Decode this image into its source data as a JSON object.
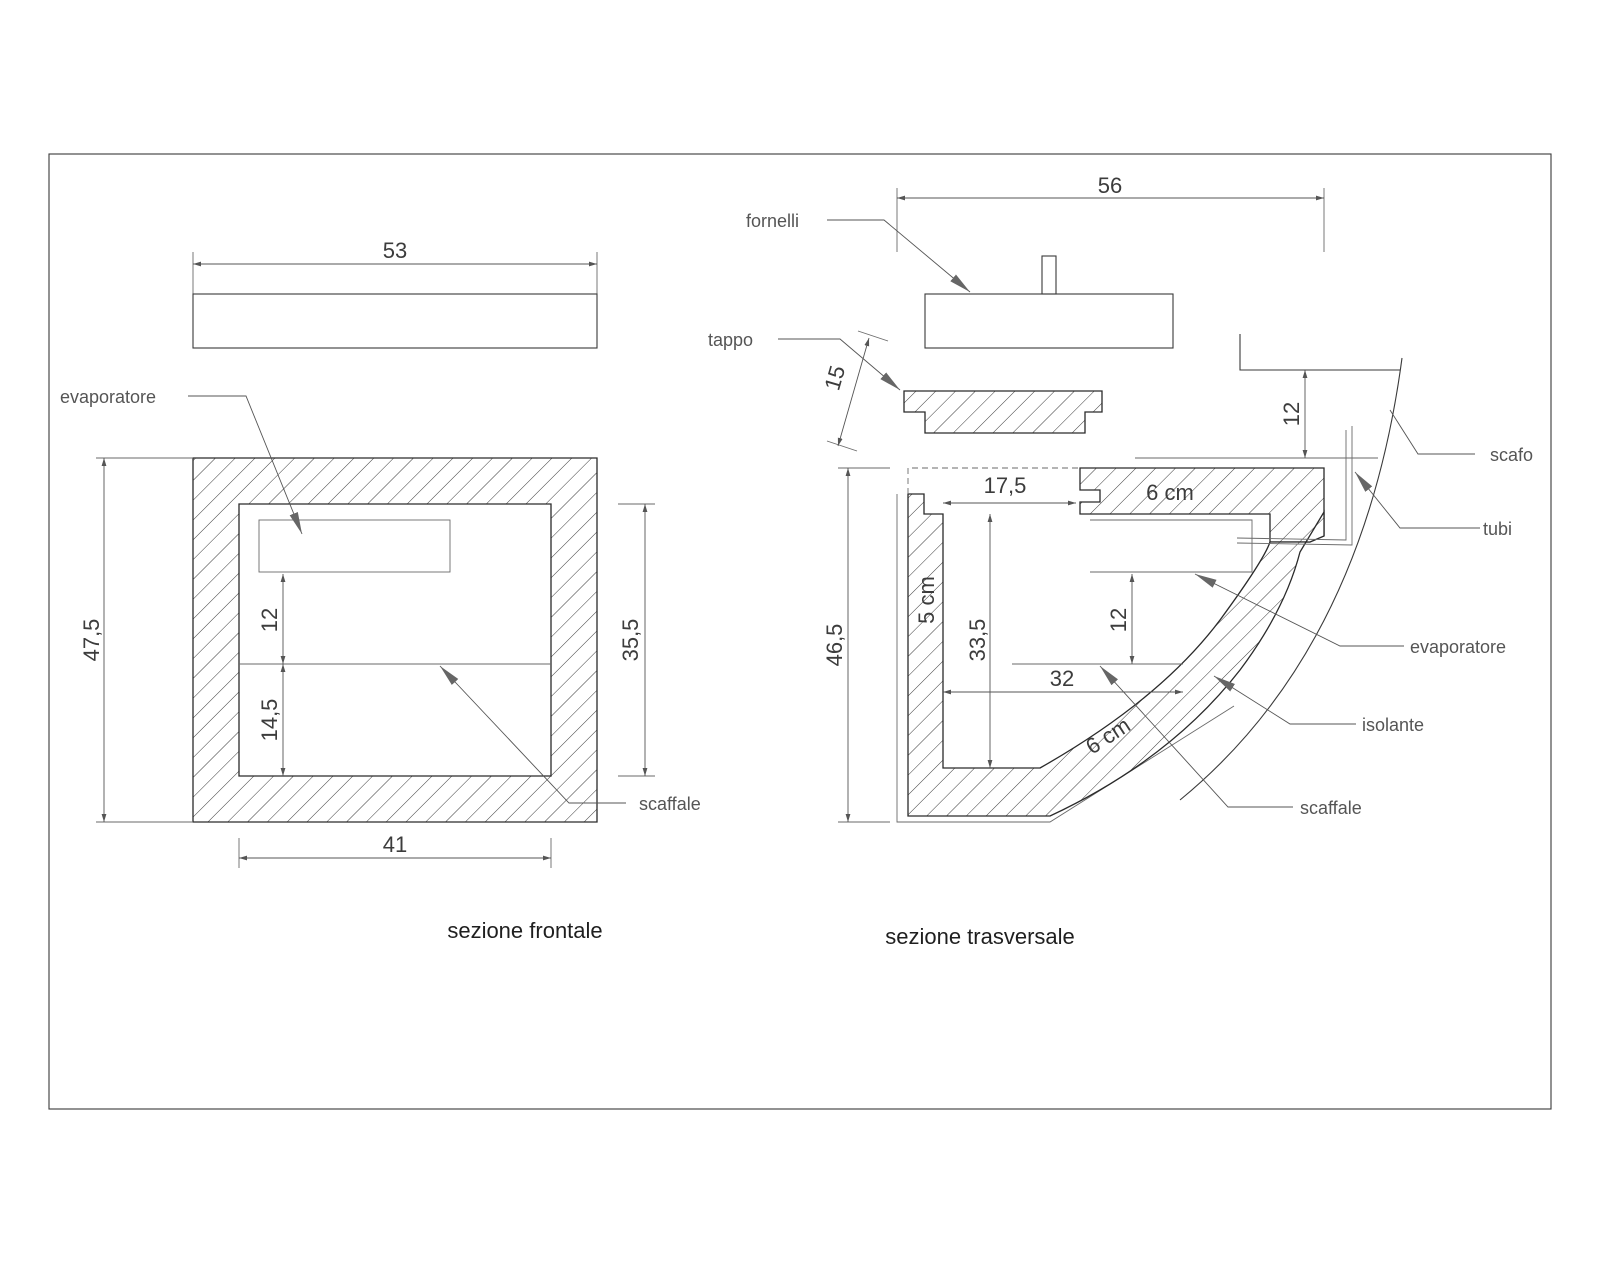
{
  "views": {
    "front": {
      "title": "sezione frontale",
      "dims": {
        "top_width": "53",
        "outer_height": "47,5",
        "inner_height": "35,5",
        "shelf_gap": "12",
        "shelf_height": "14,5",
        "inner_width": "41"
      },
      "labels": {
        "evaporator": "evaporatore",
        "shelf": "scaffale"
      }
    },
    "cross": {
      "title": "sezione trasversale",
      "dims": {
        "top_width": "56",
        "lid_height": "15",
        "hull_gap": "12",
        "outer_height": "46,5",
        "inner_height": "33,5",
        "lid_width": "17,5",
        "top_wall": "6 cm",
        "side_wall": "5 cm",
        "shelf_gap": "12",
        "shelf_width": "32",
        "curved_wall": "6 cm"
      },
      "labels": {
        "burners": "fornelli",
        "lid": "tappo",
        "hull": "scafo",
        "pipes": "tubi",
        "evaporator": "evaporatore",
        "insulation": "isolante",
        "shelf": "scaffale"
      }
    }
  }
}
